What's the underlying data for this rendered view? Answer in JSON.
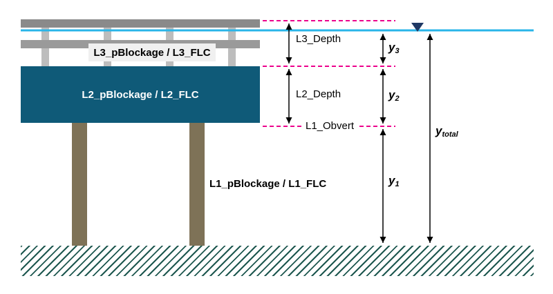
{
  "diagram": {
    "layers": {
      "l3": {
        "box_label": "L3_pBlockage / L3_FLC",
        "depth_label": "L3_Depth"
      },
      "l2": {
        "box_label": "L2_pBlockage / L2_FLC",
        "depth_label": "L2_Depth"
      },
      "l1": {
        "label": "L1_pBlockage / L1_FLC",
        "obvert_label": "L1_Obvert"
      }
    },
    "dimensions": {
      "y3": {
        "base": "y",
        "sub": "3"
      },
      "y2": {
        "base": "y",
        "sub": "2"
      },
      "y1": {
        "base": "y",
        "sub": "1"
      },
      "y_total": {
        "base": "y",
        "sub": "total"
      }
    },
    "colors": {
      "water_line": "#29b5e8",
      "water_marker": "#1f3864",
      "deck_teal": "#0f5a78",
      "superstructure_gray": "#8a8a8a",
      "pier_brown": "#7e7257",
      "ground_hatch_teal": "#1d574f",
      "dashed_line_magenta": "#ec008c",
      "dimension_black": "#000000",
      "l3_box_background": "#f0f0f0"
    }
  }
}
